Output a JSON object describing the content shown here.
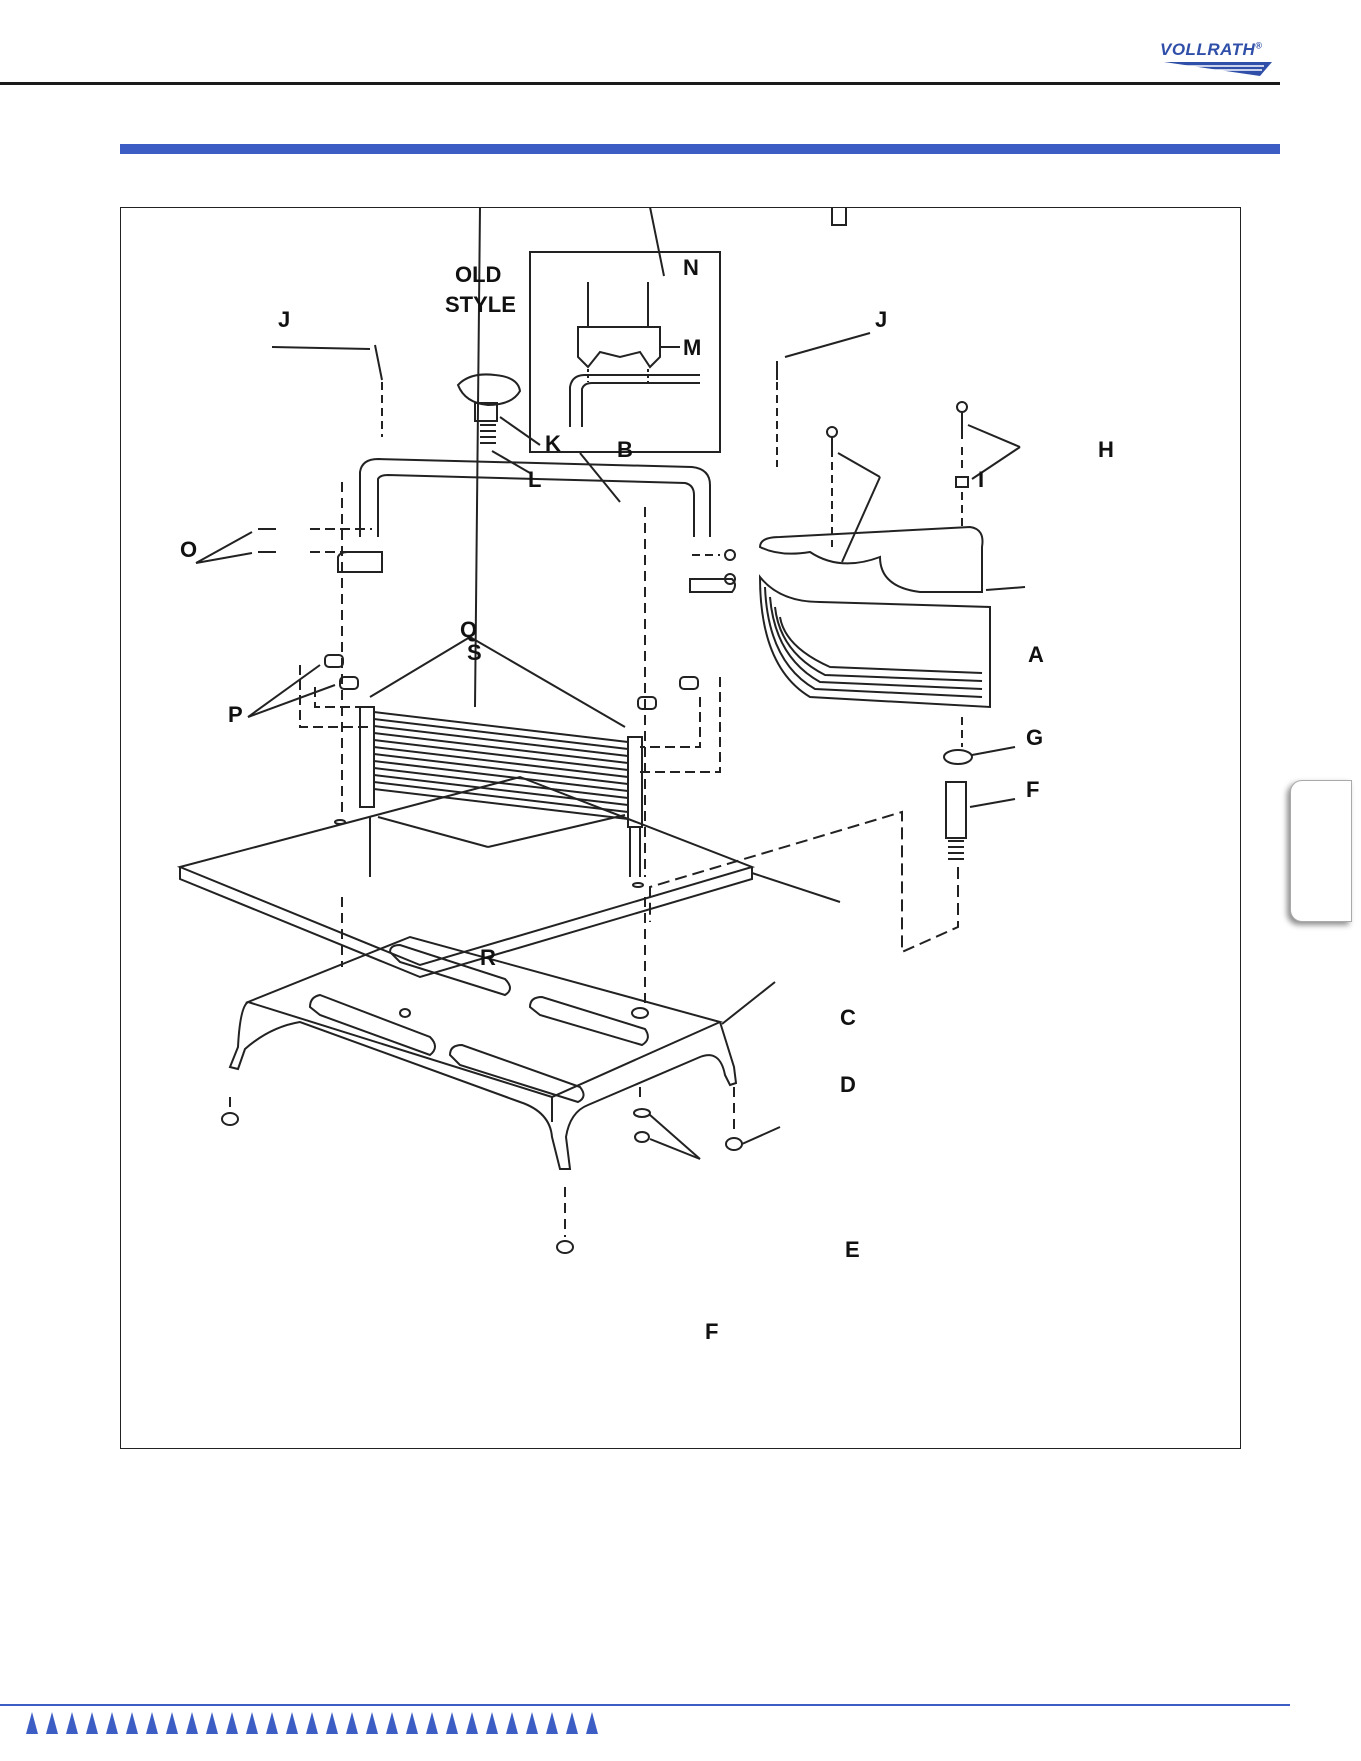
{
  "brand": {
    "logo_text": "VOLLRATH",
    "registered": "®",
    "accent": "#3c5ec4"
  },
  "inset": {
    "line1": "OLD",
    "line2": "STYLE"
  },
  "parts": {
    "A": "A",
    "B": "B",
    "C": "C",
    "D": "D",
    "E": "E",
    "F": "F",
    "G": "G",
    "H": "H",
    "I": "I",
    "J": "J",
    "K": "K",
    "L": "L",
    "M": "M",
    "N": "N",
    "O": "O",
    "P": "P",
    "Q": "Q",
    "R": "R",
    "S": "S"
  }
}
